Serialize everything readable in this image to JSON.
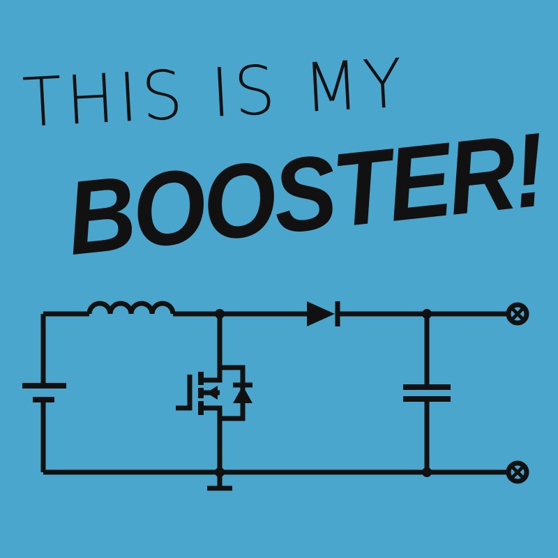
{
  "headline": {
    "line1": "THIS IS MY",
    "line2": "BOOSTER!"
  },
  "colors": {
    "background": "#4aa6cd",
    "ink": "#111111"
  },
  "diagram": {
    "type": "boost-converter-schematic",
    "components": [
      "battery",
      "inductor",
      "mosfet-with-body-diode",
      "diode",
      "capacitor",
      "ground",
      "output-terminals"
    ]
  }
}
